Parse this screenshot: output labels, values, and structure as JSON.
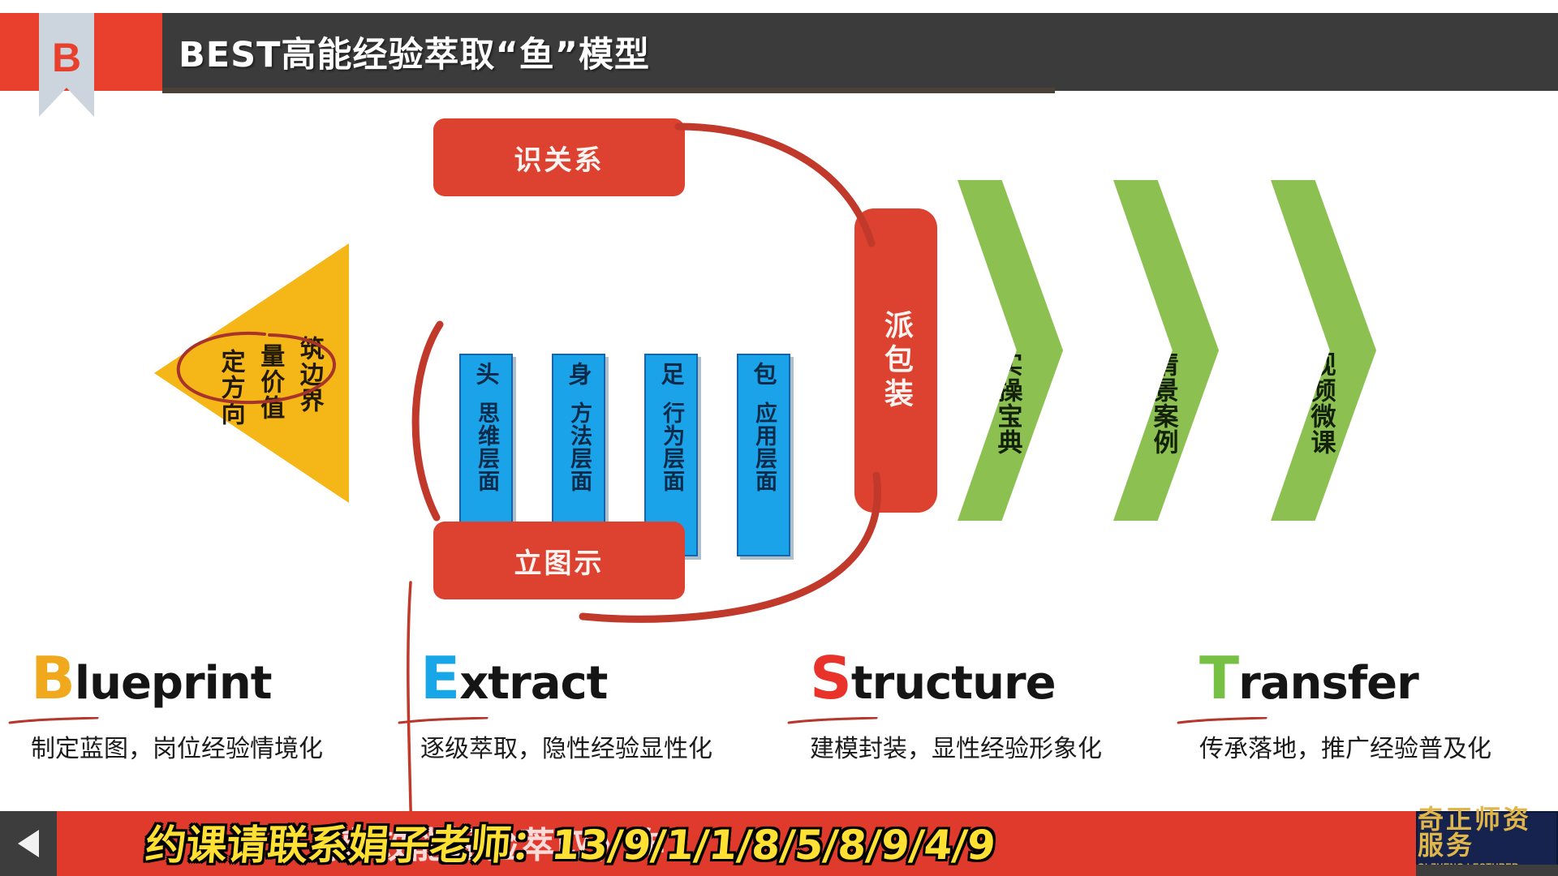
{
  "header": {
    "badge_letter": "B",
    "title": "BEST高能经验萃取“鱼”模型"
  },
  "diagram": {
    "fish_head": {
      "label": "定方向 量价值 筑边界",
      "columns": [
        "定方向",
        "量价值",
        "筑边界"
      ]
    },
    "top_box": {
      "label": "识关系"
    },
    "bottom_box": {
      "label": "立图示"
    },
    "side_box": {
      "label": "派包装"
    },
    "layers": [
      {
        "title": "头",
        "sub": "思维层面"
      },
      {
        "title": "身",
        "sub": "方法层面"
      },
      {
        "title": "足",
        "sub": "行为层面"
      },
      {
        "title": "包",
        "sub": "应用层面"
      }
    ],
    "tail": [
      {
        "label": "实操宝典"
      },
      {
        "label": "情景案例"
      },
      {
        "label": "视频微课"
      }
    ]
  },
  "best": [
    {
      "cap": "B",
      "rest": "lueprint",
      "desc": "制定蓝图，岗位经验情境化",
      "color": "#f0a81c"
    },
    {
      "cap": "E",
      "rest": "xtract",
      "desc": "逐级萃取，隐性经验显性化",
      "color": "#17a6e8"
    },
    {
      "cap": "S",
      "rest": "tructure",
      "desc": "建模封装，显性经验形象化",
      "color": "#e8322a"
    },
    {
      "cap": "T",
      "rest": "ransfer",
      "desc": "传承落地，推广经验普及化",
      "color": "#76c043"
    }
  ],
  "bottom": {
    "caption": "约课请联系娟子老师：13/9/1/1/8/5/8/9/4/9",
    "banner_text": "《高效能经验萃取》作",
    "logo_cn": "奇正师资服务",
    "logo_en": "QI ZHENG LECTURER SERVICE"
  },
  "colors": {
    "header_red": "#e8402c",
    "header_dark": "#3b3b3b",
    "yellow": "#f5b618",
    "blue": "#1aa3e8",
    "red": "#dd4130",
    "green": "#8cc152",
    "navy": "#16234f",
    "gold": "#e0b54a"
  }
}
